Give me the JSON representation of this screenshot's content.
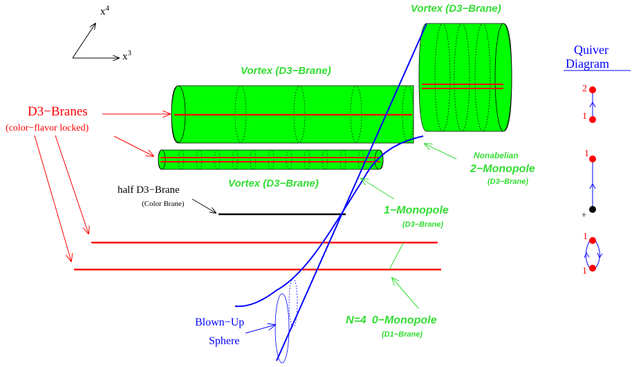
{
  "axes": {
    "x4": "x",
    "x4_sup": "4",
    "x3": "x",
    "x3_sup": "3"
  },
  "labels": {
    "vortex_top": "Vortex (D3−Brane)",
    "vortex_mid": "Vortex (D3−Brane)",
    "vortex_low": "Vortex (D3−Brane)",
    "d3_branes": "D3−Branes",
    "d3_branes_sub": "(color−flavor locked)",
    "half_d3": "half D3−Brane",
    "color_brane": "(Color Brane)",
    "nonabelian": "Nonabelian",
    "two_monopole": "2−Monopole",
    "two_monopole_sub": "(D3−Brane)",
    "one_monopole": "1−Monopole",
    "one_monopole_sub": "(D3−Brane)",
    "zero_monopole_N": "N",
    "zero_monopole_eq": "=4",
    "zero_monopole": "0−Monopole",
    "zero_monopole_sub": "(D1−Brane)",
    "blown_up": "Blown−Up",
    "sphere": "Sphere"
  },
  "quiver": {
    "title_line1": "Quiver",
    "title_line2": "Diagram",
    "q1_top": "2",
    "q1_bottom": "1",
    "q2_top": "1",
    "q2_bottom": "+",
    "q3_top": "1",
    "q3_bottom": "1"
  },
  "colors": {
    "green_fill": "#00ff00",
    "green_text": "#33dd33",
    "red": "#ff0000",
    "blue": "#0000ff",
    "black": "#000000"
  }
}
